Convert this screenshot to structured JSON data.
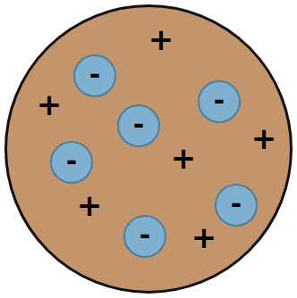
{
  "diagram": {
    "nodes": [
      {
        "text": [
          "+",
          "+",
          "+",
          "+",
          "+",
          "+"
        ]
      },
      {
        "text": [
          "-"
        ],
        "in": 0
      },
      {
        "text": [
          "-"
        ],
        "in": 0
      },
      {
        "text": [
          "-"
        ],
        "in": 0
      },
      {
        "text": [
          "-"
        ],
        "in": 0
      },
      {
        "text": [
          "-"
        ],
        "in": 0
      },
      {
        "text": [
          "-"
        ],
        "in": 0
      }
    ]
  }
}
